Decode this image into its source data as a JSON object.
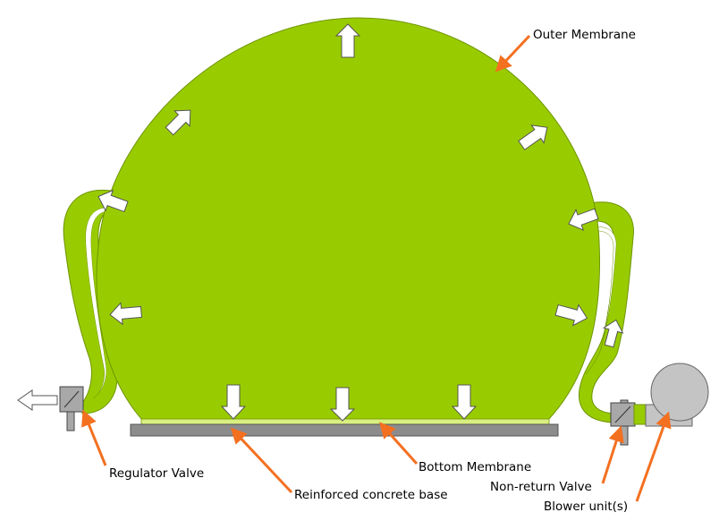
{
  "labels": {
    "outer_membrane": "Outer Membrane",
    "regulator_valve": "Regulator Valve",
    "bottom_membrane": "Bottom Membrane",
    "concrete_base": "Reinforced concrete base",
    "non_return_valve": "Non-return Valve",
    "blower_units": "Blower unit(s)"
  },
  "colors": {
    "membrane_green": "#99cc00",
    "membrane_edge": "#6e9400",
    "base_grey": "#8c8c8c",
    "valve_grey": "#a8a8a8",
    "blower_grey": "#c4c4c4",
    "callout_orange": "#f37021",
    "arrow_white": "#ffffff"
  },
  "icons": {
    "pressure_arrows": "white-block-arrow-icon",
    "callout_arrows": "orange-arrow-icon",
    "outlet_arrow": "outlet-arrow-icon"
  }
}
